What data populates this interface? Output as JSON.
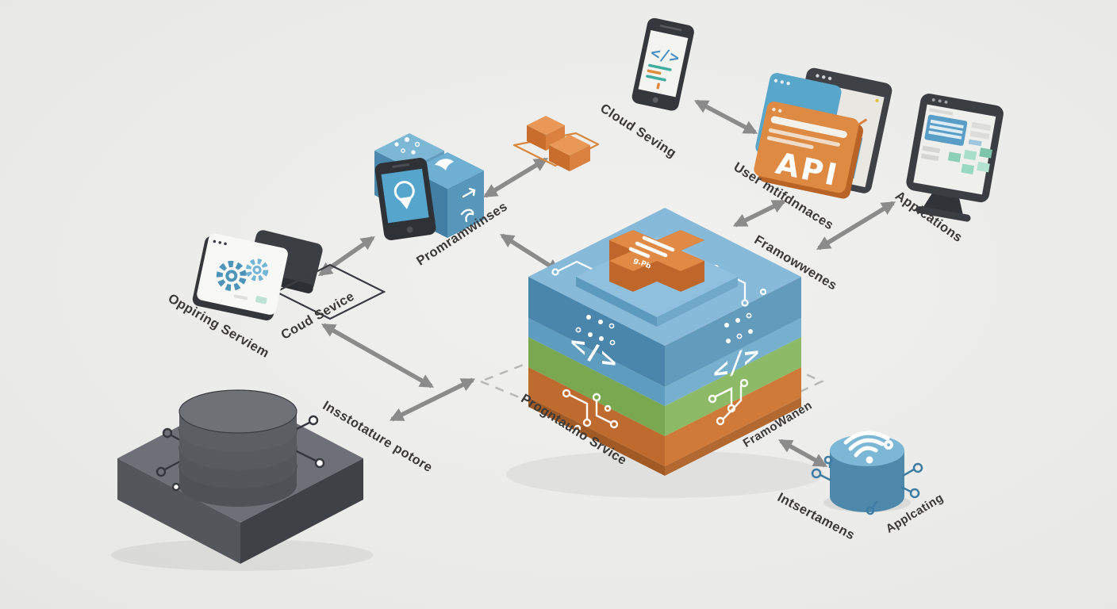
{
  "scene": {
    "background": "#ecedeb",
    "label_color": "#3a3937",
    "arrow_color": "#8b8b8b"
  },
  "palette": {
    "blue": "#5b9cc4",
    "light_blue": "#7db7d6",
    "green": "#7dac55",
    "orange": "#d0763a",
    "dark_gray": "#3e4247",
    "white": "#ffffff"
  },
  "labels": {
    "programming_languages": "Promramwinses",
    "cloud_serving": "Cloud Seving",
    "user_interfaces": "User mtifdnnaces",
    "applications": "Applcations",
    "frameworks": "Framowwenes",
    "operating_system": "Oppiring Serviem",
    "cloud_service": "Coud Sevice",
    "infrastructure": "Insstotature potore",
    "programming_service": "Progntauno Srvice",
    "frameworks_alt": "FramoWanen",
    "interfaces": "Intsertamens",
    "applications_alt": "Applcating"
  },
  "api_window": {
    "title": "API"
  },
  "stack": {
    "code_glyph_left": "</>",
    "code_glyph_right": "</>",
    "plug_glyph": "g.Pb"
  },
  "tablet": {
    "code_glyph": "</>"
  }
}
